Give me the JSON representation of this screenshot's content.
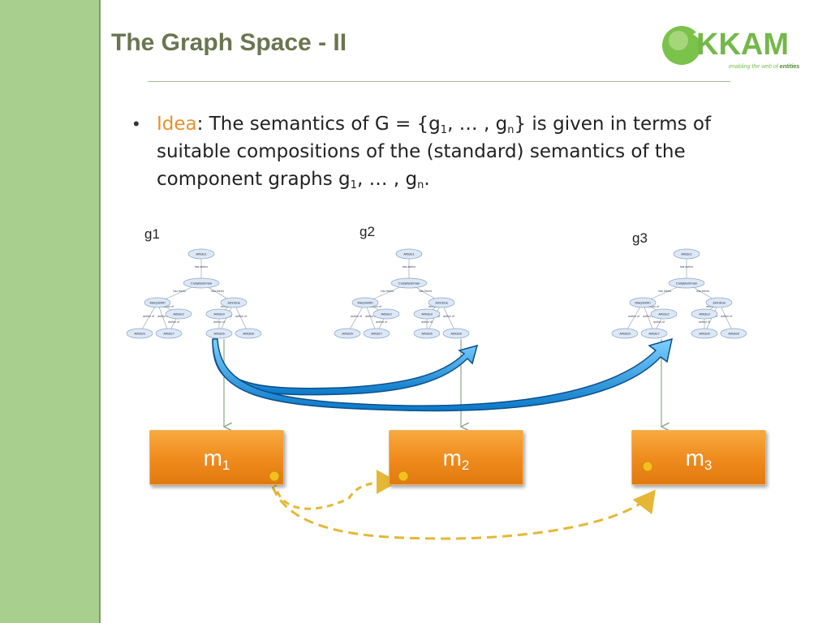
{
  "slide": {
    "title": "The Graph Space - II",
    "logo": {
      "name": "KKAM",
      "tagline_prefix": "enabling the web of ",
      "tagline_bold": "entities"
    },
    "bullet": {
      "lead": "Idea",
      "text_1": ": The semantics of G = {g",
      "sub_1": "1",
      "text_2": ", … , g",
      "sub_2": "n",
      "text_3": "} is given in terms of suitable compositions of the (standard) semantics of the component graphs g",
      "sub_3": "1",
      "text_4": ", … , g",
      "sub_4": "n",
      "text_5": "."
    },
    "graphs": [
      {
        "id": "g1",
        "label": "g1"
      },
      {
        "id": "g2",
        "label": "g2"
      },
      {
        "id": "g3",
        "label": "g3"
      }
    ],
    "tree": {
      "nodes": [
        "Article1",
        "CodyBushman",
        "MarySmith",
        "JohnDoe",
        "Article2",
        "Article3",
        "Article5",
        "Article7",
        "Article6",
        "Article8"
      ],
      "edges": [
        "has author",
        "has friend",
        "has friend",
        "author of",
        "author of",
        "author of",
        "author of",
        "author of",
        "author of",
        "author of",
        "author of"
      ]
    },
    "models": [
      {
        "id": "m1",
        "base": "m",
        "sub": "1"
      },
      {
        "id": "m2",
        "base": "m",
        "sub": "2"
      },
      {
        "id": "m3",
        "base": "m",
        "sub": "3"
      }
    ],
    "colors": {
      "sidebar": "#a9cf8f",
      "title": "#6b7550",
      "idea": "#e8912e",
      "model_box": "#ef8a1c",
      "blue_arrow": "#1e90d8",
      "dashed_arrow": "#e4b836"
    }
  }
}
